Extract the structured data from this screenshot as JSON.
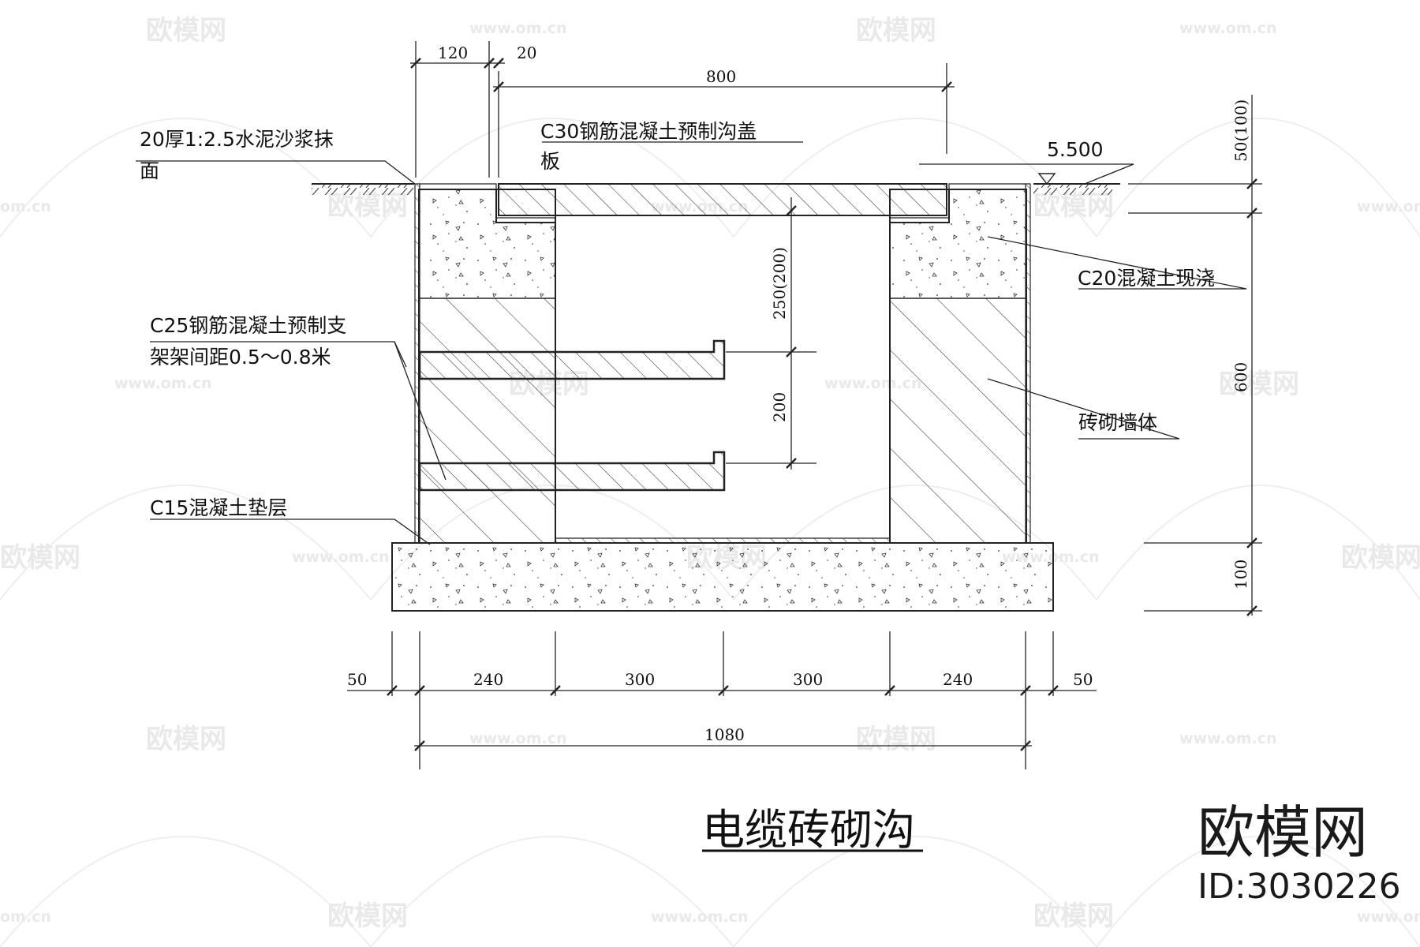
{
  "drawing_title": "电缆砖砌沟",
  "brand": {
    "name": "欧模网",
    "id": "ID:3030226"
  },
  "watermark": {
    "name": "欧模网",
    "url": "www.om.cn",
    "url_short": "om.cn"
  },
  "labels": {
    "mortar_line1": "20厚1:2.5水泥沙浆抹",
    "mortar_line2": "面",
    "cover_line1": "C30钢筋混凝土预制沟盖",
    "cover_line2": "板",
    "elevation": "5.500",
    "cast_concrete": "C20混凝土现浇",
    "bracket_line1": "C25钢筋混凝土预制支",
    "bracket_line2": "架架间距0.5～0.8米",
    "brick_wall": "砖砌墙体",
    "cushion": "C15混凝土垫层"
  },
  "dimensions": {
    "top_wall": "120",
    "top_gap": "20",
    "top_cover": "800",
    "right_top": "50(100)",
    "right_depth": "600",
    "right_base": "100",
    "inner_upper": "250(200)",
    "inner_lower": "200",
    "bottom_left_margin": "50",
    "bottom_left_wall": "240",
    "bottom_mid_left": "300",
    "bottom_mid_right": "300",
    "bottom_right_wall": "240",
    "bottom_right_margin": "50",
    "bottom_total": "1080"
  }
}
